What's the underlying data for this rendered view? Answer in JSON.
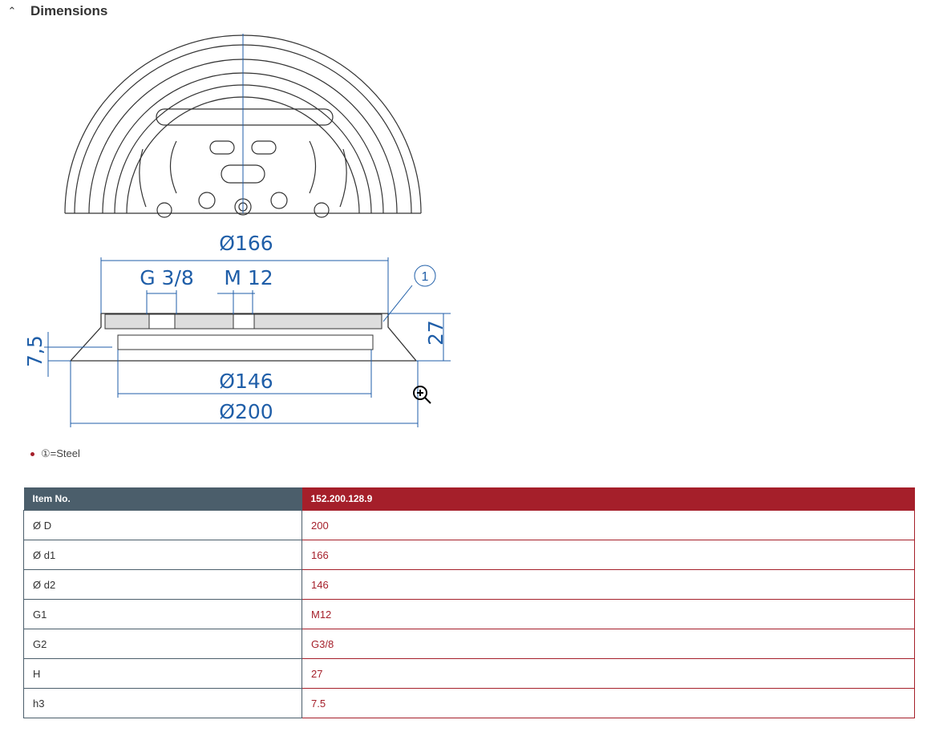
{
  "section": {
    "title": "Dimensions",
    "toggle_icon": "chevron-up"
  },
  "drawing": {
    "d1": "Ø166",
    "g2": "G 3/8",
    "g1": "M 12",
    "callout": "1",
    "h": "27",
    "h3": "7,5",
    "d2": "Ø146",
    "d": "Ø200",
    "zoom_icon": "zoom-in"
  },
  "notes": [
    "①=Steel"
  ],
  "table": {
    "header": [
      "Item No.",
      "152.200.128.9"
    ],
    "rows": [
      [
        "Ø D",
        "200"
      ],
      [
        "Ø d1",
        "166"
      ],
      [
        "Ø d2",
        "146"
      ],
      [
        "G1",
        "M12"
      ],
      [
        "G2",
        "G3/8"
      ],
      [
        "H",
        "27"
      ],
      [
        "h3",
        "7.5"
      ]
    ]
  },
  "colors": {
    "header_left": "#4b5e6b",
    "accent": "#a51f2a",
    "dimension": "#1f5ea8"
  }
}
